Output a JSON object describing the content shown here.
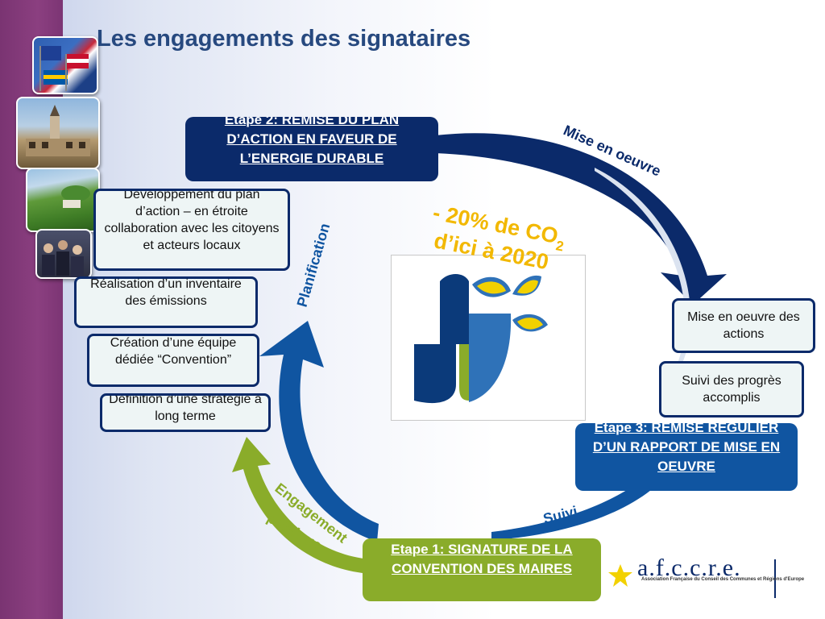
{
  "title": "Les engagements des signataires",
  "colors": {
    "navy": "#0b2a6a",
    "blue": "#1055a1",
    "green": "#8aac2a",
    "purple": "#7a3472",
    "title": "#27497f",
    "target": "#f2b800"
  },
  "steps": {
    "step1": "Etape 1: SIGNATURE DE LA CONVENTION DES MAIRES",
    "step2": "Etape 2: REMISE DU PLAN D’ACTION EN FAVEUR DE L’ENERGIE DURABLE",
    "step3": "Etape 3: REMISE REGULIER D’UN RAPPORT DE MISE EN OEUVRE"
  },
  "arrows": {
    "mise_en_oeuvre": "Mise en oeuvre",
    "planification": "Planification",
    "suivi": "Suivi",
    "engagement": "Engagement",
    "politique": "politique"
  },
  "target": {
    "line1": "- 20% de CO",
    "subscript": "2",
    "line2": "d’ici à 2020"
  },
  "boxes": {
    "developpement": "Développement du plan d’action – en étroite collaboration avec les citoyens et acteurs locaux",
    "inventaire": "Réalisation d’un inventaire des émissions",
    "equipe": "Création d’une équipe dédiée “Convention”",
    "strategie": "Définition d’une stratégie à long terme",
    "mise_en_oeuvre_actions": "Mise en oeuvre des actions",
    "suivi_progres": "Suivi des progrès accomplis"
  },
  "logo": {
    "name": "a.f.c.c.r.e.",
    "subtitle": "Association Française du Conseil des Communes et Régions d'Europe",
    "icons": [
      "star-icon"
    ]
  }
}
